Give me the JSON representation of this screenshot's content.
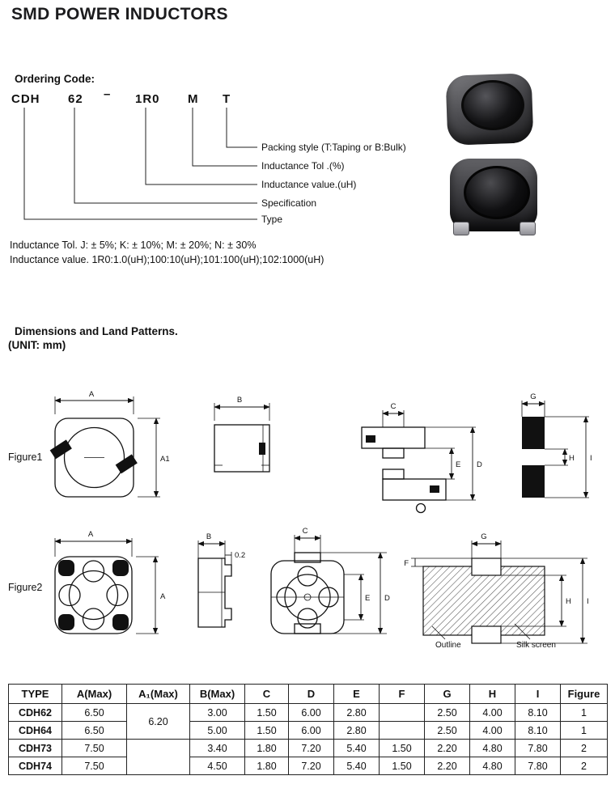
{
  "title": "SMD POWER INDUCTORS",
  "ordering": {
    "heading": "Ordering Code:",
    "code": {
      "type": "CDH",
      "spec": "62",
      "dash": "–",
      "value": "1R0",
      "tol": "M",
      "pack": "T"
    },
    "callouts": [
      "Packing style (T:Taping or B:Bulk)",
      "Inductance Tol .(%)",
      "Inductance value.(uH)",
      "Specification",
      "Type"
    ],
    "note_tol": "Inductance Tol.  J: ± 5%; K: ± 10%; M: ± 20%; N: ± 30%",
    "note_value": "Inductance value.  1R0:1.0(uH);100:10(uH);101:100(uH);102:1000(uH)"
  },
  "dimensions_section": {
    "heading": "Dimensions and Land Patterns.",
    "unit": "(UNIT: mm)",
    "figure1_label": "Figure1",
    "figure2_label": "Figure2",
    "outline_label": "Outline",
    "silkscreen_label": "Silk screen",
    "dims": {
      "a": "A",
      "a1": "A1",
      "b": "B",
      "c": "C",
      "d": "D",
      "e": "E",
      "f": "F",
      "g": "G",
      "h": "H",
      "i": "I",
      "tol": "0.2"
    }
  },
  "table": {
    "headers": [
      "TYPE",
      "A(Max)",
      "A₁(Max)",
      "B(Max)",
      "C",
      "D",
      "E",
      "F",
      "G",
      "H",
      "I",
      "Figure"
    ],
    "rows": [
      {
        "type": "CDH62",
        "a": "6.50",
        "a1": "6.20",
        "b": "3.00",
        "c": "1.50",
        "d": "6.00",
        "e": "2.80",
        "f": "",
        "g": "2.50",
        "h": "4.00",
        "i": "8.10",
        "fig": "1"
      },
      {
        "type": "CDH64",
        "a": "6.50",
        "b": "5.00",
        "c": "1.50",
        "d": "6.00",
        "e": "2.80",
        "f": "",
        "g": "2.50",
        "h": "4.00",
        "i": "8.10",
        "fig": "1"
      },
      {
        "type": "CDH73",
        "a": "7.50",
        "a1": "",
        "b": "3.40",
        "c": "1.80",
        "d": "7.20",
        "e": "5.40",
        "f": "1.50",
        "g": "2.20",
        "h": "4.80",
        "i": "7.80",
        "fig": "2"
      },
      {
        "type": "CDH74",
        "a": "7.50",
        "b": "4.50",
        "c": "1.80",
        "d": "7.20",
        "e": "5.40",
        "f": "1.50",
        "g": "2.20",
        "h": "4.80",
        "i": "7.80",
        "fig": "2"
      }
    ]
  }
}
